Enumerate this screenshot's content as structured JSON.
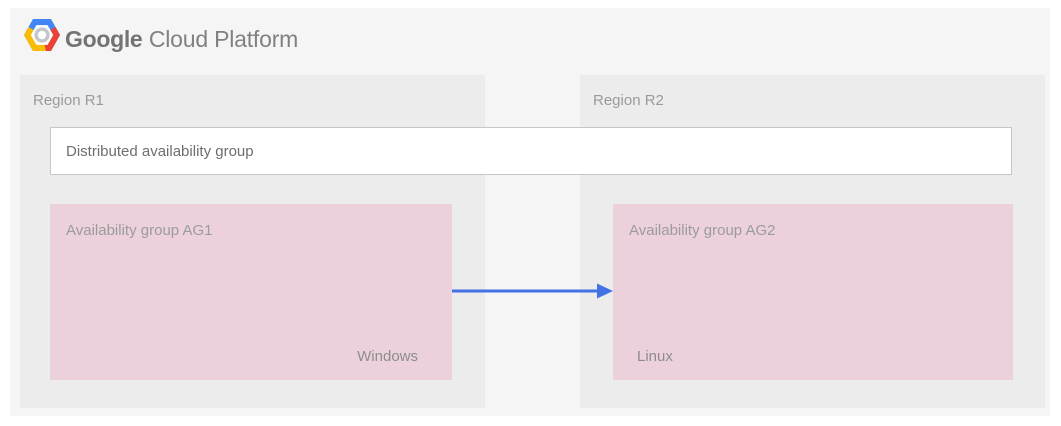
{
  "header": {
    "brand_primary": "Google",
    "brand_secondary": "Cloud Platform",
    "logo_icon": "gcp-hexagon-logo"
  },
  "diagram": {
    "regions": [
      {
        "label": "Region R1"
      },
      {
        "label": "Region R2"
      }
    ],
    "distributed_group": {
      "label": "Distributed availability group"
    },
    "availability_groups": [
      {
        "label": "Availability group AG1",
        "os": "Windows"
      },
      {
        "label": "Availability group AG2",
        "os": "Linux"
      }
    ],
    "arrow": {
      "direction": "right",
      "from": "Availability group AG1",
      "to": "Availability group AG2"
    }
  },
  "colors": {
    "page_bg": "#ffffff",
    "panel_bg": "#f5f5f5",
    "region_bg": "#ececec",
    "availability_group_bg": "#ecd1dd",
    "distributed_box_border": "#c6c6c6",
    "arrow": "#4272e3",
    "logo_blue": "#4285f4",
    "logo_red": "#ea4335",
    "logo_yellow": "#fbbc05"
  }
}
